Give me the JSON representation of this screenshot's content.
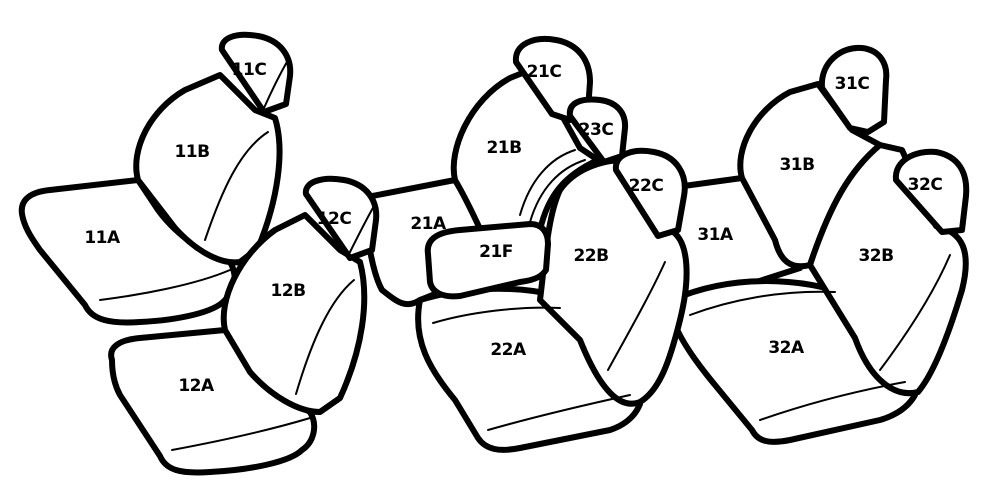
{
  "parts": {
    "11A": "11A",
    "11B": "11B",
    "11C": "11C",
    "12A": "12A",
    "12B": "12B",
    "12C": "12C",
    "21A": "21A",
    "21B": "21B",
    "21C": "21C",
    "21F": "21F",
    "22A": "22A",
    "22B": "22B",
    "22C": "22C",
    "23C": "23C",
    "31A": "31A",
    "31B": "31B",
    "31C": "31C",
    "32A": "32A",
    "32B": "32B",
    "32C": "32C"
  },
  "colors": {
    "stroke": "#000000",
    "fill": "#ffffff"
  }
}
